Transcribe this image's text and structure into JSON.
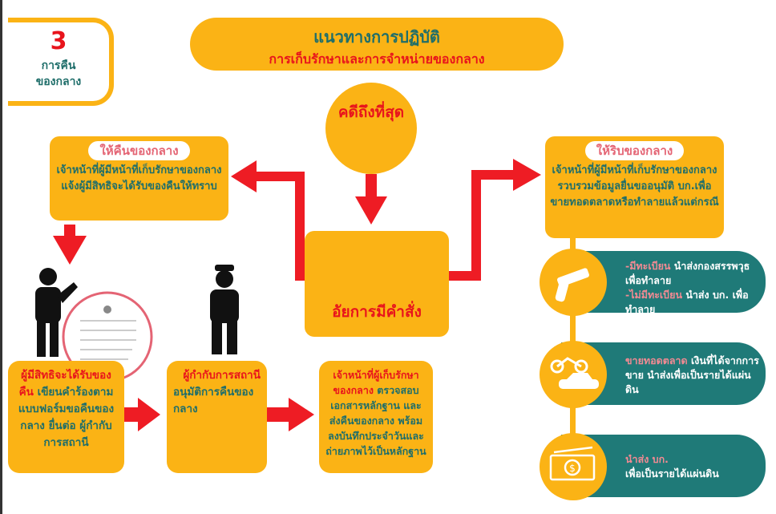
{
  "corner": {
    "number": "3",
    "line1": "การคืน",
    "line2": "ของกลาง"
  },
  "title": {
    "line1": "แนวทางการปฏิบัติ",
    "line2": "การเก็บรักษาและการจำหน่ายของกลาง"
  },
  "final_case": "คดีถึงที่สุด",
  "prosecutor": "อัยการมีคำสั่ง",
  "return_box": {
    "heading": "ให้คืนของกลาง",
    "text": "เจ้าหน้าที่ผู้มีหน้าที่เก็บรักษาของกลางแจ้งผู้มีสิทธิจะได้รับของคืนให้ทราบ"
  },
  "seize_box": {
    "heading": "ให้ริบของกลาง",
    "text": "เจ้าหน้าที่ผู้มีหน้าที่เก็บรักษาของกลางรวบรวมข้อมูลยื่นขออนุมัติ บก.เพื่อขายทอดตลาดหรือทำลายแล้วแต่กรณี"
  },
  "steps": [
    {
      "highlight": "ผู้มีสิทธิจะได้รับของคืน",
      "text": " เขียนคำร้องตามแบบฟอร์มขอคืนของกลาง ยื่นต่อ ผู้กำกับการสถานี"
    },
    {
      "highlight": "ผู้กำกับการสถานี",
      "text": "อนุมัติการคืนของกลาง"
    },
    {
      "highlight": "เจ้าหน้าที่ผู้เก็บรักษาของกลาง",
      "text": " ตรวจสอบเอกสารหลักฐาน และส่งคืนของกลาง พร้อมลงบันทึกประจำวันและถ่ายภาพไว้เป็นหลักฐาน"
    }
  ],
  "timeline": [
    {
      "icon": "gun-icon",
      "h1": "-มีทะเบียน",
      "t1": " นำส่งกองสรรพวุธ เพื่อทำลาย",
      "h2": "-ไม่มีทะเบียน",
      "t2": " นำส่ง บก. เพื่อทำลาย"
    },
    {
      "icon": "vehicle-icon",
      "h1": "ขายทอดตลาด",
      "t1": " เงินที่ได้จากการขาย นำส่งเพื่อเป็นรายได้แผ่นดิน"
    },
    {
      "icon": "money-icon",
      "h1": "นำส่ง บก.",
      "t1": "เพื่อเป็นรายได้แผ่นดิน"
    }
  ]
}
